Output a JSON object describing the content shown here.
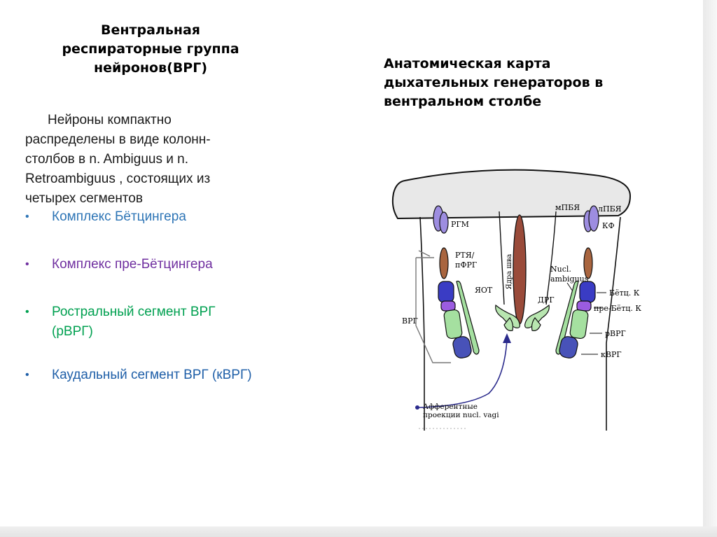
{
  "left_title": [
    "Вентральная",
    "респираторные группа",
    "нейронов(ВРГ)"
  ],
  "intro_lines": [
    "Нейроны компактно",
    "распределены в виде колонн-",
    "столбов в n. Ambiguus и n.",
    "Retroambiguus , состоящих из",
    "четырех сегментов"
  ],
  "bullets": [
    {
      "text": "Комплекс Бётцингера",
      "color": "#2e75b6"
    },
    {
      "text": "Комплекс пре-Бётцингера",
      "color": "#7030a0"
    },
    {
      "text": "Ростральный сегмент ВРГ",
      "text2": "(рВРГ)",
      "color": "#00a050"
    },
    {
      "text": "Каудальный сегмент ВРГ (кВРГ)",
      "color": "#1f5fa8"
    }
  ],
  "right_title": [
    "Анатомическая карта",
    "дыхательных генераторов в",
    "вентральном столбе"
  ],
  "diagram": {
    "labels": {
      "rgm": "РГМ",
      "mpbya": "мПБЯ",
      "lpbya": "лПБЯ",
      "kf": "КФ",
      "rtya1": "РТЯ/",
      "rtya2": "пФРГ",
      "yadra": "Ядра шва",
      "nucl1": "Nucl.",
      "nucl2": "ambiguus",
      "yaot": "ЯОТ",
      "drg": "ДРГ",
      "betc": "Бётц. К",
      "prebetc": "пре-Бётц. К",
      "vrg": "ВРГ",
      "rvrg": "рВРГ",
      "kvrg": "кВРГ",
      "aff1": "Афферентные",
      "aff2": "проекции nucl. vagi"
    },
    "colors": {
      "bg": "#e8e8e8",
      "rtya": "#a9653f",
      "yadra": "#9a4b3a",
      "betc": "#3a3cc4",
      "prebetc": "#9b5ce0",
      "rvrg": "#a5e0a0",
      "kvrg": "#4852b8",
      "rgm": "#9d8de0",
      "arrow": "#2b2b8c",
      "yaot": "#b8e6b0"
    }
  }
}
